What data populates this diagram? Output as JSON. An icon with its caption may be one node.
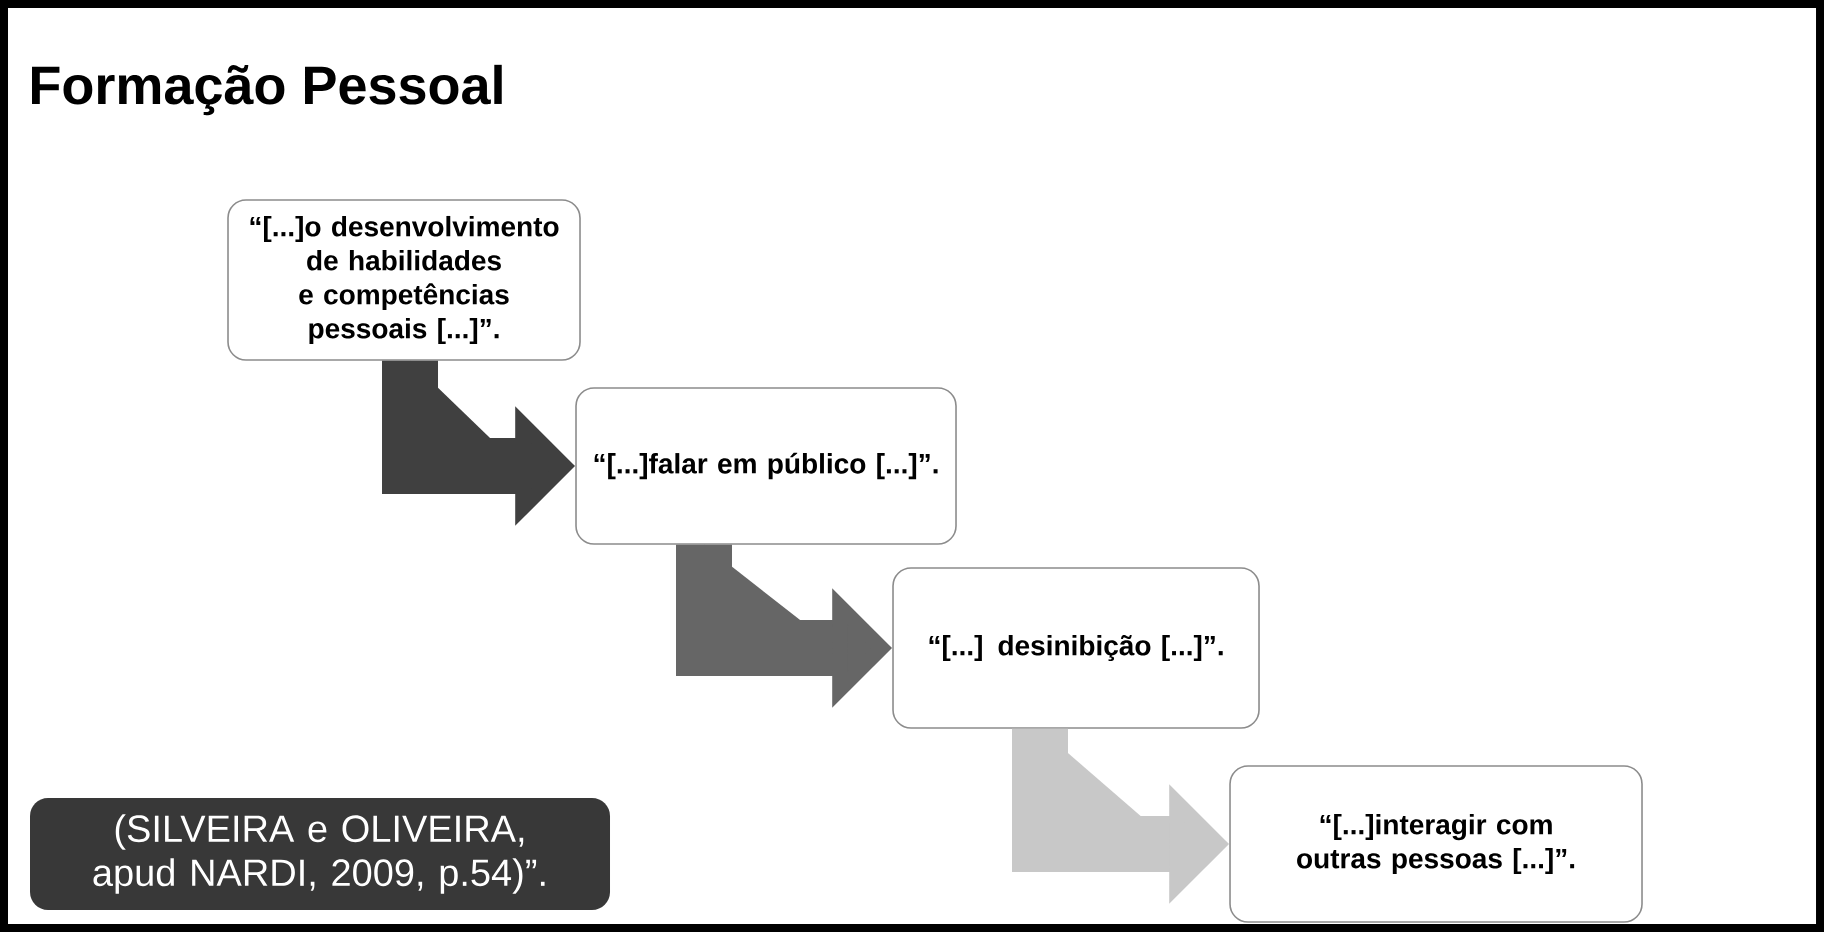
{
  "diagram": {
    "title": "Formação Pessoal",
    "nodes": [
      {
        "text": [
          "“[...]o desenvolvimento de habilidades e competências pessoais [...]”."
        ]
      },
      {
        "text": [
          "“[...]falar em público [...]”."
        ]
      },
      {
        "text": [
          "“[...] desinibição [...]”."
        ]
      },
      {
        "text": [
          "“[...]interagir com outras pessoas [...]”."
        ]
      },
      {
        "text": [
          "(SILVEIRA e OLIVEIRA, apud NARDI, 2009, p.54)”."
        ]
      }
    ],
    "edges": [
      {
        "from": 0,
        "to": 1,
        "arrow": "to",
        "color": "#404040"
      },
      {
        "from": 1,
        "to": 2,
        "arrow": "to",
        "color": "#666666"
      },
      {
        "from": 2,
        "to": 3,
        "arrow": "to",
        "color": "#c8c8c8"
      }
    ]
  }
}
